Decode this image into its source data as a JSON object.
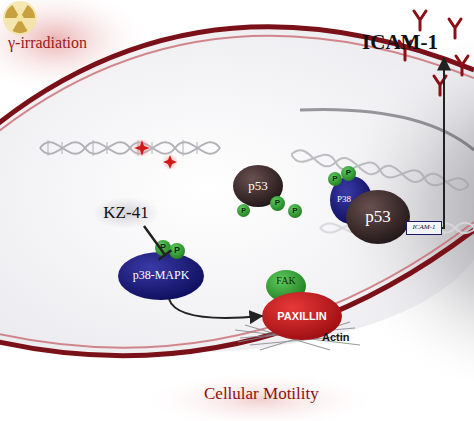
{
  "diagram": {
    "nodes": [
      {
        "text": [
          "ICAM-1"
        ]
      },
      {
        "text": [
          "KZ-41"
        ]
      },
      {
        "text": [
          "p38-MAPK"
        ]
      },
      {
        "text": [
          "P"
        ]
      },
      {
        "text": [
          "P"
        ]
      },
      {
        "text": [
          "p53"
        ]
      },
      {
        "text": [
          "P"
        ]
      },
      {
        "text": [
          "P"
        ]
      },
      {
        "text": [
          "P"
        ]
      },
      {
        "text": [
          "P38"
        ]
      },
      {
        "text": [
          "p53"
        ]
      },
      {
        "text": [
          "P"
        ]
      },
      {
        "text": [
          "P"
        ]
      },
      {
        "text": [
          "ICAM-1"
        ]
      },
      {
        "text": [
          "FAK"
        ]
      },
      {
        "text": [
          "PAXILLIN"
        ]
      }
    ],
    "edges": [
      {
        "from": 1,
        "to": 2,
        "arrow": "to"
      },
      {
        "from": 2,
        "to": 15,
        "arrow": "to"
      },
      {
        "from": 13,
        "to": 0,
        "arrow": "to"
      }
    ],
    "labels": [
      "γ-irradiation",
      "Actin",
      "Cellular Motility"
    ]
  }
}
